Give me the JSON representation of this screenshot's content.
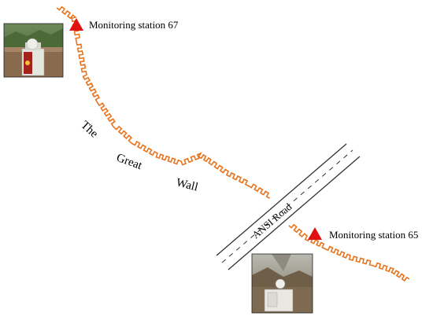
{
  "stations": [
    {
      "label": "Monitoring station 67"
    },
    {
      "label": "Monitoring station 65"
    }
  ],
  "wall_label": [
    "The",
    "Great",
    "Wall"
  ],
  "road_label": "ANSI  Road",
  "colors": {
    "wall": "#E8741E",
    "marker": "#E01010",
    "road": "#333333",
    "text": "#000000"
  },
  "icons": {
    "station_marker": "red-triangle",
    "station_photo": "photo"
  }
}
